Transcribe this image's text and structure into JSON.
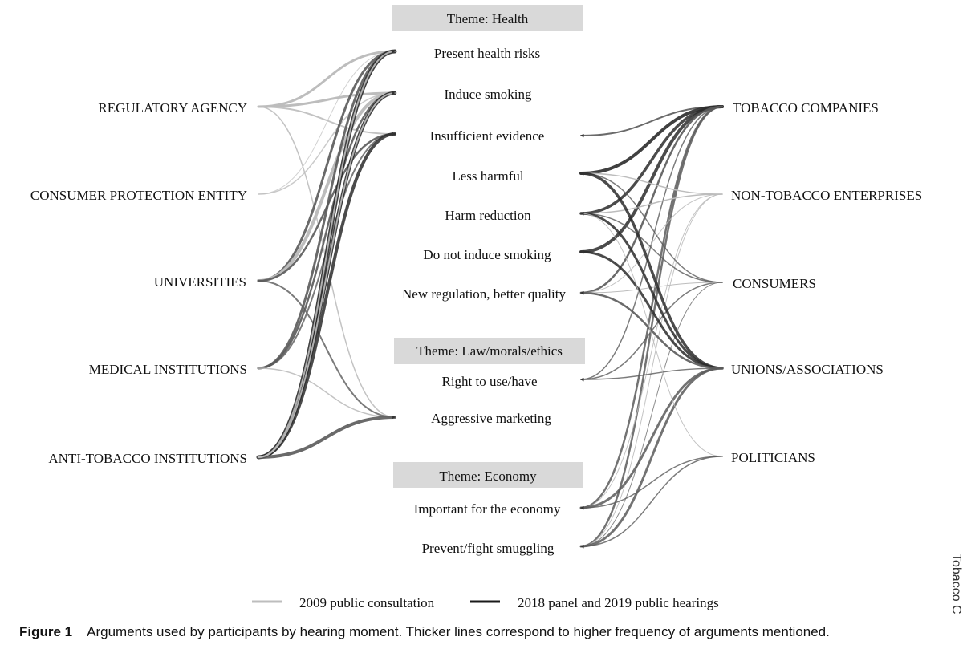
{
  "themes": {
    "health": "Theme: Health",
    "law": "Theme: Law/morals/ethics",
    "economy": "Theme: Economy"
  },
  "arguments": {
    "present_health_risks": "Present health risks",
    "induce_smoking": "Induce smoking",
    "insufficient_evidence": "Insufficient evidence",
    "less_harmful": "Less harmful",
    "harm_reduction": "Harm reduction",
    "do_not_induce": "Do not induce smoking",
    "new_regulation": "New regulation, better quality",
    "right_to_use": "Right to use/have",
    "aggressive_marketing": "Aggressive marketing",
    "important_economy": "Important for the economy",
    "prevent_smuggling": "Prevent/fight smuggling"
  },
  "left_actors": {
    "regulatory": "REGULATORY AGENCY",
    "consumer_protection": "CONSUMER PROTECTION ENTITY",
    "universities": "UNIVERSITIES",
    "medical": "MEDICAL INSTITUTIONS",
    "anti_tobacco": "ANTI-TOBACCO INSTITUTIONS"
  },
  "right_actors": {
    "tobacco": "TOBACCO COMPANIES",
    "non_tobacco": "NON-TOBACCO ENTERPRISES",
    "consumers": "CONSUMERS",
    "unions": "UNIONS/ASSOCIATIONS",
    "politicians": "POLITICIANS"
  },
  "legend": {
    "item_2009": "2009 public consultation",
    "item_2018": "2018 panel and 2019 public hearings",
    "color_2009": "#bdbdbd",
    "color_2018": "#1a1a1a"
  },
  "caption": {
    "label": "Figure 1",
    "text": "Arguments used by participants by hearing moment. Thicker lines correspond to higher frequency of arguments mentioned."
  },
  "edge_text": "Tobacco C"
}
